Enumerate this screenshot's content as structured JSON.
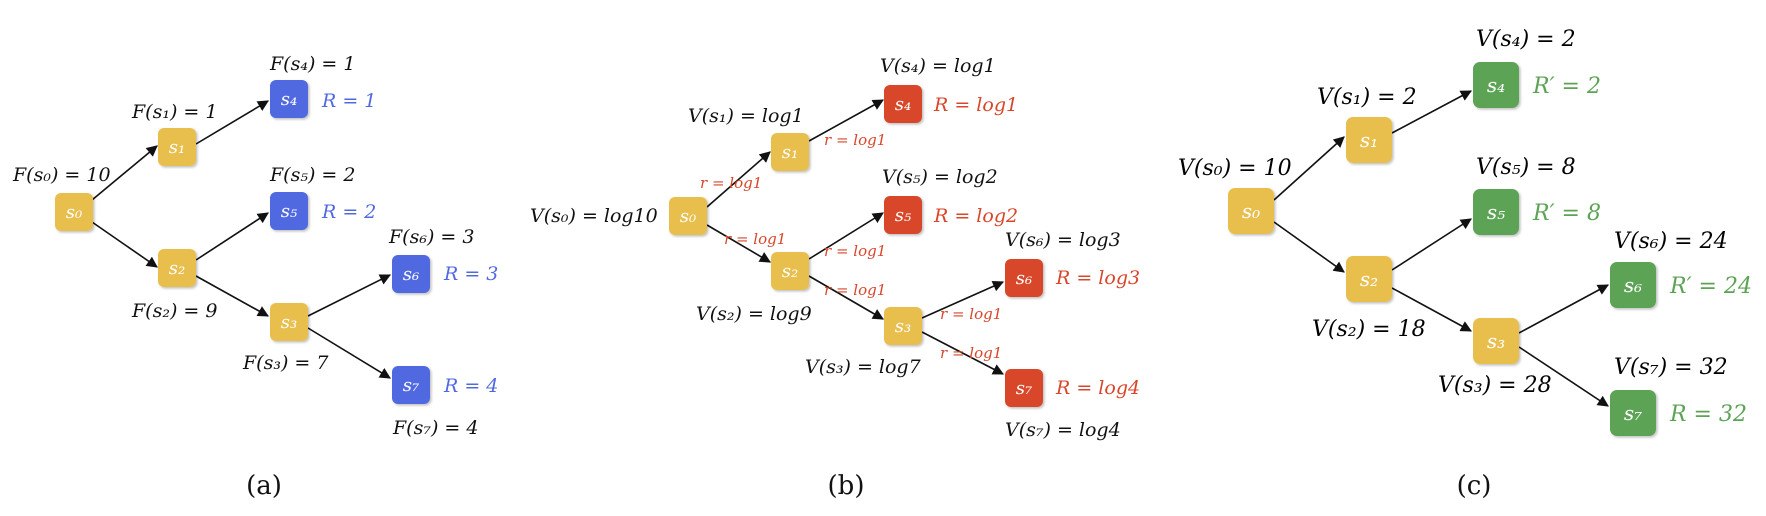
{
  "colors": {
    "yellow": "#E8BE4E",
    "blue": "#5169E0",
    "red": "#D8462B",
    "green": "#5DA356",
    "blue_text": "#5169E0",
    "red_text": "#D8462B",
    "green_text": "#5DA356"
  },
  "panel_a": {
    "caption": "(a)",
    "nodes": {
      "s0": "s₀",
      "s1": "s₁",
      "s2": "s₂",
      "s3": "s₃",
      "s4": "s₄",
      "s5": "s₅",
      "s6": "s₆",
      "s7": "s₇"
    },
    "labels": {
      "s0": "F(s₀) = 10",
      "s1": "F(s₁) = 1",
      "s2": "F(s₂) = 9",
      "s3": "F(s₃) = 7",
      "s4": "F(s₄) = 1",
      "s5": "F(s₅) = 2",
      "s6": "F(s₆) = 3",
      "s7": "F(s₇) = 4"
    },
    "rewards": {
      "s4": "R = 1",
      "s5": "R = 2",
      "s6": "R = 3",
      "s7": "R = 4"
    }
  },
  "panel_b": {
    "caption": "(b)",
    "nodes": {
      "s0": "s₀",
      "s1": "s₁",
      "s2": "s₂",
      "s3": "s₃",
      "s4": "s₄",
      "s5": "s₅",
      "s6": "s₆",
      "s7": "s₇"
    },
    "labels": {
      "s0": "V(s₀) = log10",
      "s1": "V(s₁) = log1",
      "s2": "V(s₂) = log9",
      "s3": "V(s₃) = log7",
      "s4": "V(s₄) = log1",
      "s5": "V(s₅) = log2",
      "s6": "V(s₆) = log3",
      "s7": "V(s₇) = log4"
    },
    "rewards": {
      "s4": "R = log1",
      "s5": "R = log2",
      "s6": "R = log3",
      "s7": "R = log4"
    },
    "edge_rewards": {
      "s0_s1": "r = log1",
      "s0_s2": "r = log1",
      "s1_s4": "r = log1",
      "s2_s5": "r = log1",
      "s2_s3": "r = log1",
      "s3_s6": "r = log1",
      "s3_s7": "r = log1"
    }
  },
  "panel_c": {
    "caption": "(c)",
    "nodes": {
      "s0": "s₀",
      "s1": "s₁",
      "s2": "s₂",
      "s3": "s₃",
      "s4": "s₄",
      "s5": "s₅",
      "s6": "s₆",
      "s7": "s₇"
    },
    "labels": {
      "s0": "V(s₀) = 10",
      "s1": "V(s₁) = 2",
      "s2": "V(s₂) = 18",
      "s3": "V(s₃) = 28",
      "s4": "V(s₄) = 2",
      "s5": "V(s₅) = 8",
      "s6": "V(s₆) = 24",
      "s7": "V(s₇) = 32"
    },
    "rewards": {
      "s4": "R′ = 2",
      "s5": "R′ = 8",
      "s6": "R′ = 24",
      "s7": "R = 32"
    }
  }
}
